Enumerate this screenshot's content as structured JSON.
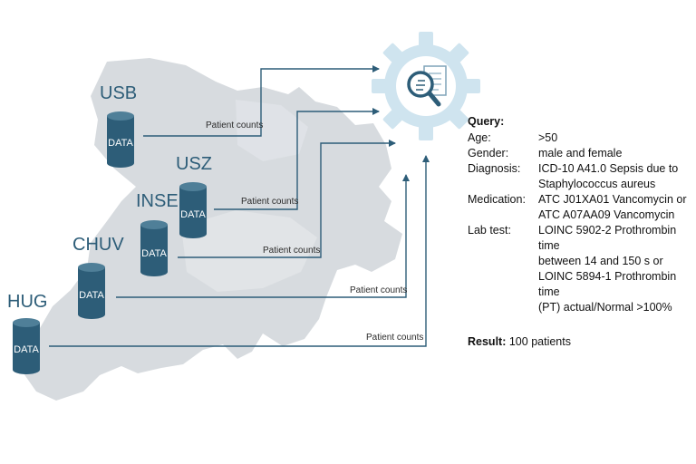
{
  "sites": [
    {
      "name": "USB",
      "db_label": "DATA",
      "flow_label": "Patient counts"
    },
    {
      "name": "USZ",
      "db_label": "DATA",
      "flow_label": "Patient counts"
    },
    {
      "name": "INSEL",
      "db_label": "DATA",
      "flow_label": "Patient counts"
    },
    {
      "name": "CHUV",
      "db_label": "DATA",
      "flow_label": "Patient counts"
    },
    {
      "name": "HUG",
      "db_label": "DATA",
      "flow_label": "Patient counts"
    }
  ],
  "query": {
    "title": "Query:",
    "rows": [
      {
        "key": "Age:",
        "lines": [
          ">50"
        ]
      },
      {
        "key": "Gender:",
        "lines": [
          "male and female"
        ]
      },
      {
        "key": "Diagnosis:",
        "lines": [
          "ICD-10 A41.0 Sepsis due to",
          "Staphylococcus aureus"
        ]
      },
      {
        "key": "Medication:",
        "lines": [
          "ATC J01XA01 Vancomycin or",
          "ATC A07AA09 Vancomycin"
        ]
      },
      {
        "key": "Lab test:",
        "lines": [
          "LOINC 5902-2 Prothrombin time",
          "between 14 and 150 s or",
          "LOINC 5894-1 Prothrombin time",
          "(PT) actual/Normal >100%"
        ]
      }
    ],
    "result_label": "Result:",
    "result_value": "100 patients"
  },
  "icons": {
    "hub": "gear-magnifier-document-icon",
    "database": "database-cylinder-icon"
  },
  "colors": {
    "map_fill": "#d7dbdf",
    "db_fill": "#2d5d78",
    "arrow": "#2d5d78",
    "gear": "#cfe4ef",
    "label": "#2d5d78"
  }
}
